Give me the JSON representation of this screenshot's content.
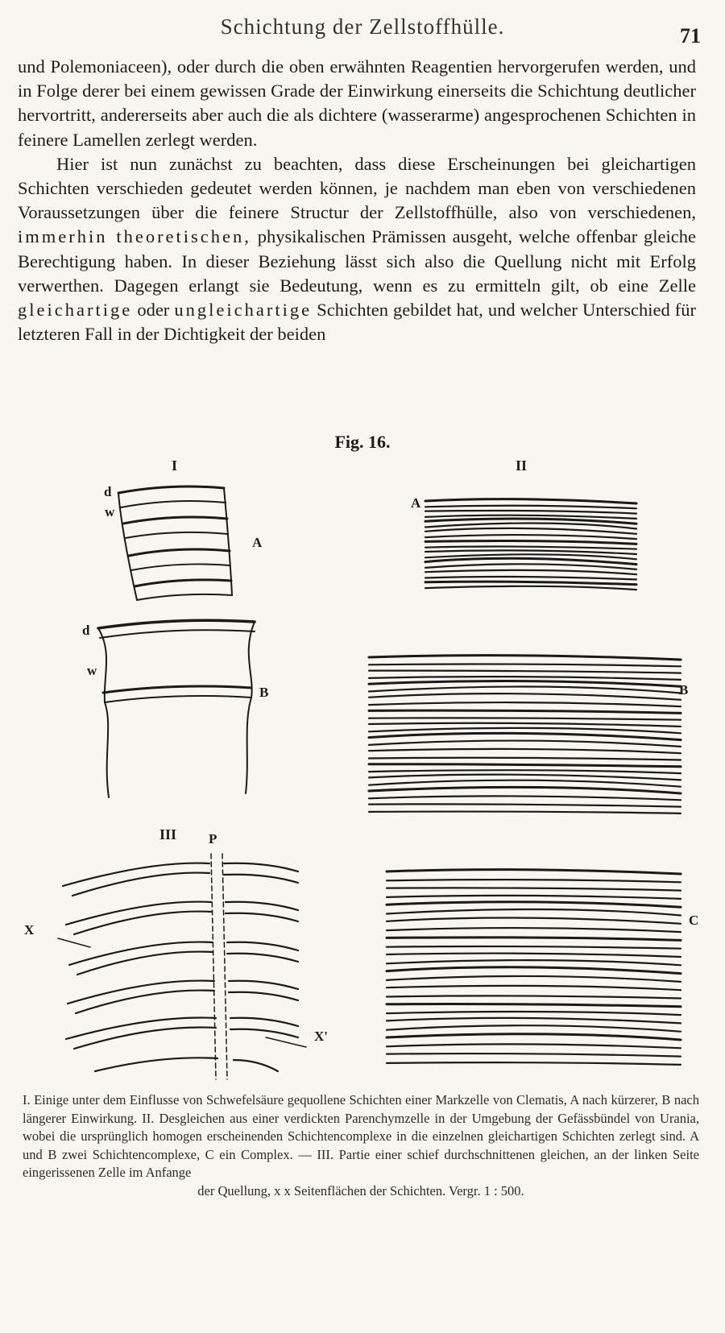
{
  "header": {
    "running_head": "Schichtung der Zellstoffhülle.",
    "page_number": "71"
  },
  "body": {
    "p1": "und Polemoniaceen), oder durch die oben erwähnten Reagentien hervorgerufen werden, und in Folge derer bei einem gewissen Grade der Einwirkung einerseits die Schichtung deutlicher hervortritt, andererseits aber auch die als dichtere (wasserarme) angesprochenen Schichten in feinere Lamellen zerlegt werden.",
    "p2_a": "Hier ist nun zunächst zu beachten, dass diese Erscheinungen bei gleichartigen Schichten verschieden gedeutet werden können, je nachdem man eben von verschiedenen Voraussetzungen über die feinere Structur der Zellstoffhülle, also von verschiedenen,",
    "p2_spaced1": "immerhin theoretischen,",
    "p2_b": "physikalischen Prämissen ausgeht, welche offenbar gleiche Berechtigung haben. In dieser Beziehung lässt sich also die Quellung nicht mit Erfolg verwerthen. Dagegen erlangt sie Bedeutung, wenn es zu ermitteln gilt, ob eine Zelle",
    "p2_spaced2": "gleichartige",
    "p2_c": "oder",
    "p2_spaced3": "ungleichartige",
    "p2_d": "Schichten gebildet hat, und welcher Unterschied für letzteren Fall in der Dichtigkeit der beiden"
  },
  "figure": {
    "title": "Fig. 16.",
    "labels": {
      "I": "I",
      "II": "II",
      "III": "III",
      "d1": "d",
      "w1": "w",
      "A1": "A",
      "d2": "d",
      "w2": "w",
      "B1": "B",
      "A2": "A",
      "B2": "B",
      "C": "C",
      "P": "P",
      "X": "X",
      "X2": "X'"
    }
  },
  "caption": {
    "text": "I. Einige unter dem Einflusse von Schwefelsäure gequollene Schichten einer Markzelle von Clematis, A nach kürzerer, B nach längerer Einwirkung. II. Desgleichen aus einer verdickten Parenchymzelle in der Umgebung der Gefässbündel von Urania, wobei die ursprünglich homogen erscheinenden Schichtencomplexe in die einzelnen gleichartigen Schichten zerlegt sind. A und B zwei Schichtencomplexe, C ein Complex. — III. Partie einer schief durchschnittenen gleichen, an der linken Seite eingerissenen Zelle im Anfange",
    "last_line": "der Quellung, x x Seitenflächen der Schichten. Vergr. 1 : 500."
  }
}
